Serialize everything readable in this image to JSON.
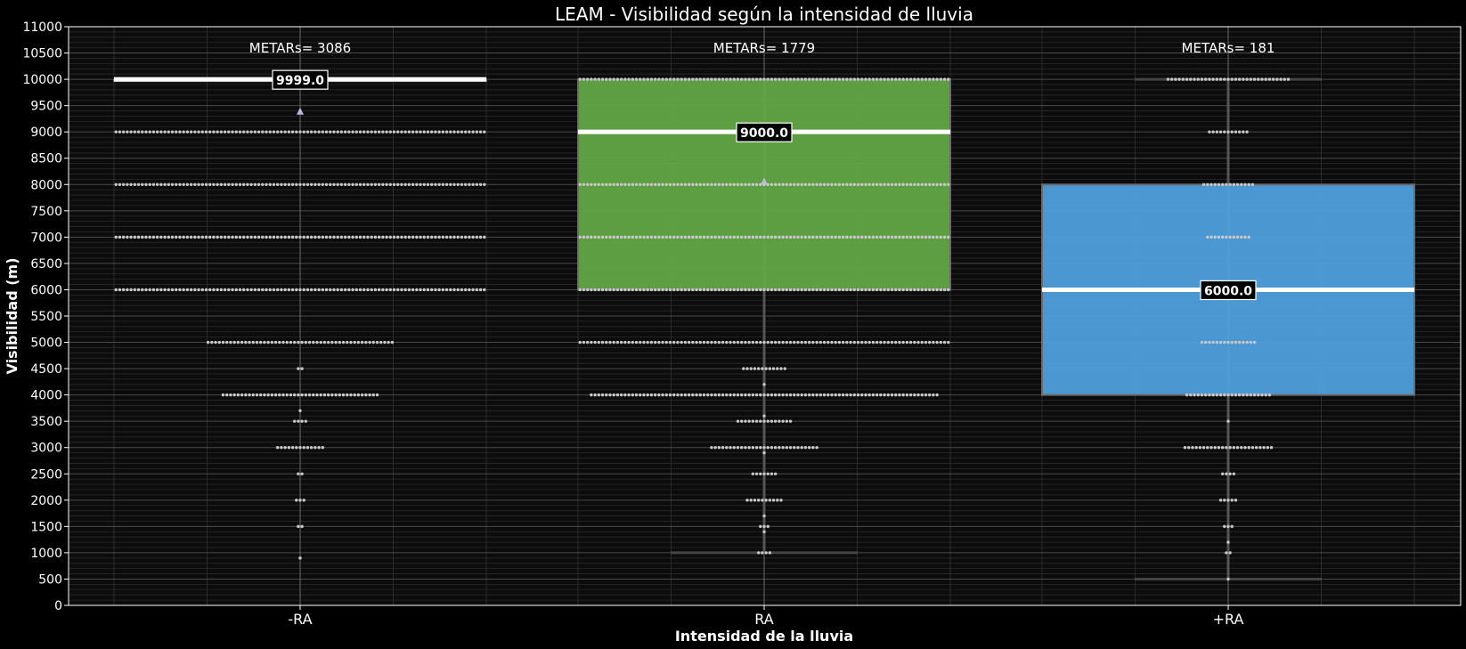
{
  "chart_data": {
    "type": "box",
    "title": "LEAM - Visibilidad según la intensidad de lluvia",
    "xlabel": "Intensidad de la lluvia",
    "ylabel": "Visibilidad (m)",
    "categories": [
      "-RA",
      "RA",
      "+RA"
    ],
    "ylim": [
      0,
      11000
    ],
    "yticks": [
      0,
      500,
      1000,
      1500,
      2000,
      2500,
      3000,
      3500,
      4000,
      4500,
      5000,
      5500,
      6000,
      6500,
      7000,
      7500,
      8000,
      8500,
      9000,
      9500,
      10000,
      10500,
      11000
    ],
    "ytick_labels": [
      "0",
      "500",
      "1000",
      "1500",
      "2000",
      "2500",
      "3000",
      "3500",
      "4000",
      "4500",
      "5000",
      "5500",
      "6000",
      "6500",
      "7000",
      "7500",
      "8000",
      "8500",
      "9000",
      "9500",
      "10000",
      "10500",
      "11000"
    ],
    "grid": true,
    "boxes": [
      {
        "category": "-RA",
        "count_label": "METARs= 3086",
        "median": 9999,
        "median_label": "9999.0",
        "q1": 9999,
        "q3": 9999,
        "whisker_low": 9999,
        "whisker_high": 9999,
        "mean": 9380,
        "color": "#5a5a5a"
      },
      {
        "category": "RA",
        "count_label": "METARs= 1779",
        "median": 9000,
        "median_label": "9000.0",
        "q1": 6000,
        "q3": 9999,
        "whisker_low": 1000,
        "whisker_high": 9999,
        "mean": 8050,
        "color": "#62a646"
      },
      {
        "category": "+RA",
        "count_label": "METARs= 181",
        "median": 6000,
        "median_label": "6000.0",
        "q1": 4000,
        "q3": 8000,
        "whisker_low": 500,
        "whisker_high": 9999,
        "mean": 6000,
        "color": "#4f9fdc"
      }
    ],
    "swarm_points": [
      [
        {
          "y": 10000,
          "n": 99
        },
        {
          "y": 9000,
          "n": 99
        },
        {
          "y": 8000,
          "n": 99
        },
        {
          "y": 7000,
          "n": 99
        },
        {
          "y": 6000,
          "n": 99
        },
        {
          "y": 5000,
          "n": 50
        },
        {
          "y": 4500,
          "n": 2
        },
        {
          "y": 4000,
          "n": 42
        },
        {
          "y": 3700,
          "n": 1
        },
        {
          "y": 3500,
          "n": 4
        },
        {
          "y": 3000,
          "n": 13
        },
        {
          "y": 2500,
          "n": 2
        },
        {
          "y": 2000,
          "n": 3
        },
        {
          "y": 1500,
          "n": 2
        },
        {
          "y": 900,
          "n": 1
        }
      ],
      [
        {
          "y": 10000,
          "n": 99
        },
        {
          "y": 9000,
          "n": 99
        },
        {
          "y": 8000,
          "n": 99
        },
        {
          "y": 7000,
          "n": 99
        },
        {
          "y": 6000,
          "n": 99
        },
        {
          "y": 5000,
          "n": 99
        },
        {
          "y": 4500,
          "n": 12
        },
        {
          "y": 4200,
          "n": 1
        },
        {
          "y": 4000,
          "n": 93
        },
        {
          "y": 3600,
          "n": 1
        },
        {
          "y": 3500,
          "n": 15
        },
        {
          "y": 3000,
          "n": 29
        },
        {
          "y": 2900,
          "n": 1
        },
        {
          "y": 2500,
          "n": 7
        },
        {
          "y": 2000,
          "n": 10
        },
        {
          "y": 1700,
          "n": 1
        },
        {
          "y": 1500,
          "n": 3
        },
        {
          "y": 1400,
          "n": 1
        },
        {
          "y": 1000,
          "n": 4
        }
      ],
      [
        {
          "y": 10000,
          "n": 33
        },
        {
          "y": 9000,
          "n": 11
        },
        {
          "y": 8000,
          "n": 14
        },
        {
          "y": 7000,
          "n": 12
        },
        {
          "y": 5000,
          "n": 15
        },
        {
          "y": 4000,
          "n": 23
        },
        {
          "y": 3500,
          "n": 1
        },
        {
          "y": 3000,
          "n": 24
        },
        {
          "y": 2500,
          "n": 4
        },
        {
          "y": 2000,
          "n": 5
        },
        {
          "y": 1500,
          "n": 3
        },
        {
          "y": 1200,
          "n": 1
        },
        {
          "y": 1000,
          "n": 2
        },
        {
          "y": 500,
          "n": 1
        }
      ]
    ]
  }
}
